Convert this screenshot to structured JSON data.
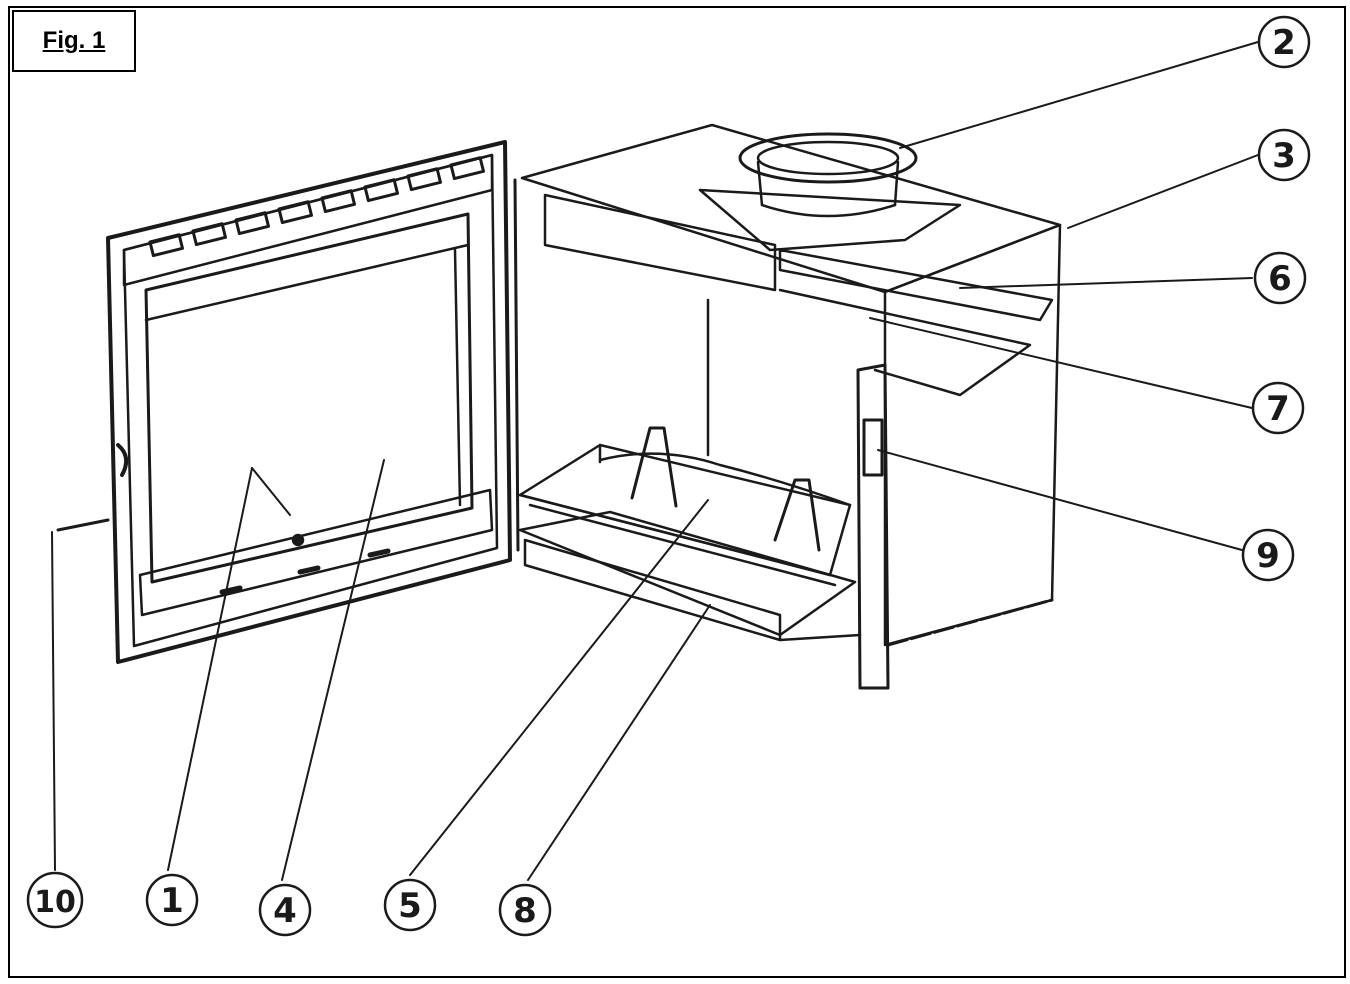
{
  "figure": {
    "label": "Fig. 1"
  },
  "callouts": [
    {
      "id": "c2",
      "number": "2"
    },
    {
      "id": "c3",
      "number": "3"
    },
    {
      "id": "c6",
      "number": "6"
    },
    {
      "id": "c7",
      "number": "7"
    },
    {
      "id": "c9",
      "number": "9"
    },
    {
      "id": "c10",
      "number": "10"
    },
    {
      "id": "c1",
      "number": "1"
    },
    {
      "id": "c4",
      "number": "4"
    },
    {
      "id": "c5",
      "number": "5"
    },
    {
      "id": "c8",
      "number": "8"
    }
  ],
  "colors": {
    "ink": "#1a1a1a",
    "paper": "#ffffff"
  }
}
